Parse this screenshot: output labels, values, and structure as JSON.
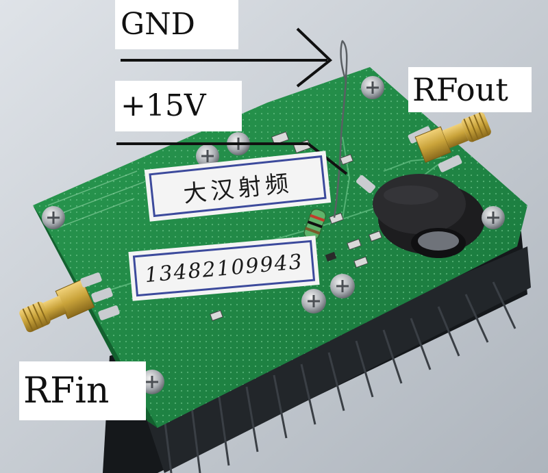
{
  "labels": {
    "gnd": "GND",
    "plus15v": "+15V",
    "rfout": "RFout",
    "rfin": "RFin"
  },
  "stickers": {
    "chinese_label": "大汉射频",
    "phone_number": "13482109943"
  },
  "colors": {
    "pcb": "#1f8a43",
    "heatsink": "#1c1f22",
    "background": "#c9cfd6",
    "connector_gold": "#c9a33a",
    "sticker_border": "#3c4a9c"
  }
}
